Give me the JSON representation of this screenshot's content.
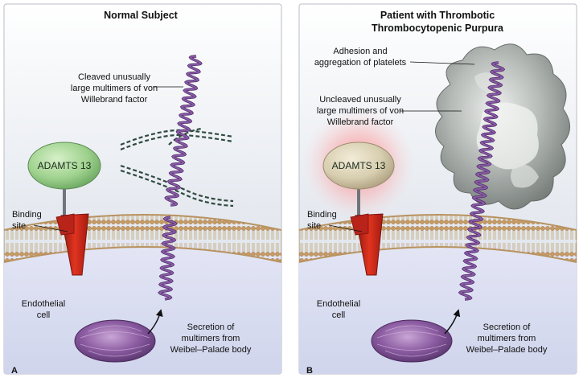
{
  "panel_a": {
    "title": "Normal Subject",
    "cleaved_label": [
      "Cleaved unusually",
      "large multimers of von",
      "Willebrand factor"
    ],
    "enzyme": "ADAMTS 13",
    "binding_label": [
      "Binding",
      "site"
    ],
    "cell_label": [
      "Endothelial",
      "cell"
    ],
    "secretion_label": [
      "Secretion of",
      "multimers from",
      "Weibel–Palade body"
    ],
    "panel_letter": "A"
  },
  "panel_b": {
    "title": [
      "Patient with Thrombotic",
      "Thrombocytopenic Purpura"
    ],
    "platelet_label": [
      "Adhesion and",
      "aggregation of platelets"
    ],
    "uncleaved_label": [
      "Uncleaved unusually",
      "large multimers of von",
      "Willebrand factor"
    ],
    "enzyme": "ADAMTS 13",
    "binding_label": [
      "Binding",
      "site"
    ],
    "cell_label": [
      "Endothelial",
      "cell"
    ],
    "secretion_label": [
      "Secretion of",
      "multimers from",
      "Weibel–Palade body"
    ],
    "panel_letter": "B"
  },
  "colors": {
    "background": "#e8ecf2",
    "cytoplasm": "#dfe3f3",
    "membrane": "#c8a878",
    "enzyme_active": "#9bd08e",
    "enzyme_inactive": "#d8d0b4",
    "binding_site": "#d42a1e",
    "vwf_coil": "#8a5aa8",
    "platelet": "#9aa0a0"
  }
}
